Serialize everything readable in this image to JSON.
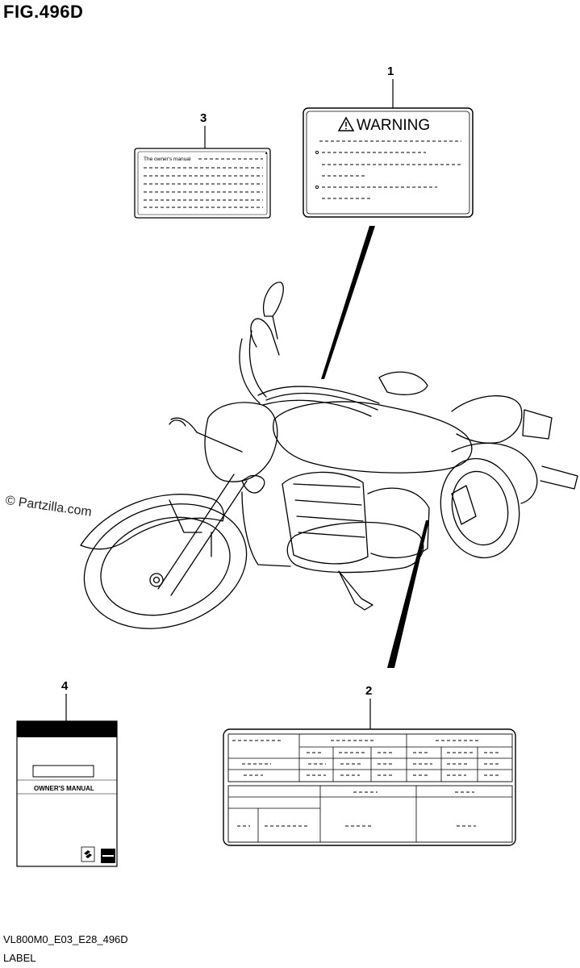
{
  "figure": {
    "title": "FIG.496D"
  },
  "callouts": [
    "1",
    "2",
    "3",
    "4"
  ],
  "labels": {
    "warning": {
      "heading": "WARNING",
      "icon": "warning-triangle-icon"
    },
    "owners_note": {
      "text": "The owner's manual"
    },
    "manual_cover": {
      "title": "OWNER'S MANUAL",
      "logo": "suzuki-logo-icon"
    }
  },
  "watermark": "© Partzilla.com",
  "footer": {
    "code": "VL800M0_E03_E28_496D",
    "caption": "LABEL"
  }
}
